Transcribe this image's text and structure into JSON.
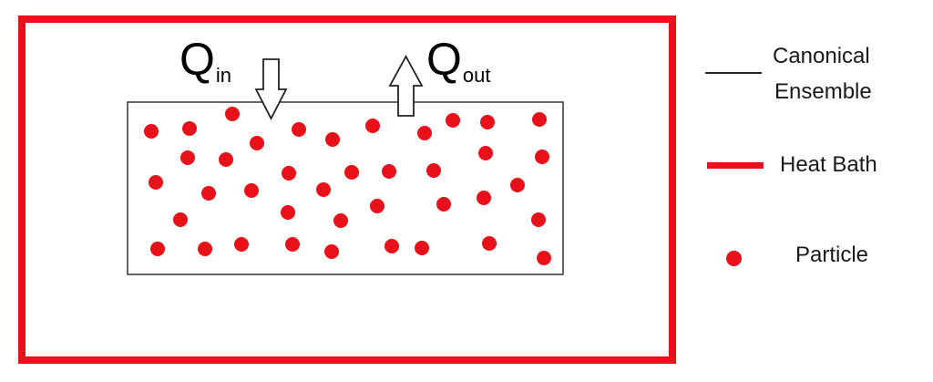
{
  "colors": {
    "heat_bath": "#e8111a",
    "particle": "#e8111a",
    "ensemble_border": "#333333",
    "arrow_stroke": "#222222"
  },
  "labels": {
    "q_in_main": "Q",
    "q_in_sub": "in",
    "q_out_main": "Q",
    "q_out_sub": "out"
  },
  "legend": {
    "canonical_ensemble": [
      "Canonical",
      "Ensemble"
    ],
    "heat_bath": "Heat Bath",
    "particle": "Particle"
  },
  "arrows": {
    "in": "down-arrow-icon",
    "out": "up-arrow-icon"
  }
}
